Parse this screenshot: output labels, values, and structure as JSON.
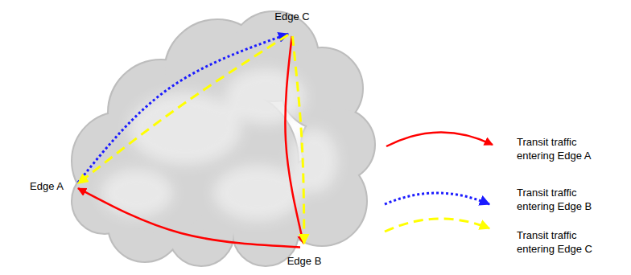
{
  "diagram": {
    "nodes": [
      {
        "text": [
          "Edge C"
        ]
      },
      {
        "text": [
          "Edge A"
        ]
      },
      {
        "text": [
          "Edge B"
        ]
      }
    ],
    "edges": [
      {
        "from": 0,
        "to": 2,
        "arrow": "to"
      },
      {
        "from": 2,
        "to": 1,
        "arrow": "to"
      },
      {
        "from": 1,
        "to": 0,
        "arrow": "to"
      },
      {
        "from": 0,
        "to": 1,
        "arrow": "to"
      },
      {
        "from": 0,
        "to": 2,
        "arrow": "to"
      }
    ],
    "legend": [
      {
        "text": "Transit traffic entering Edge A"
      },
      {
        "text": "Transit traffic entering Edge B"
      },
      {
        "text": "Transit traffic entering Edge C"
      }
    ]
  }
}
